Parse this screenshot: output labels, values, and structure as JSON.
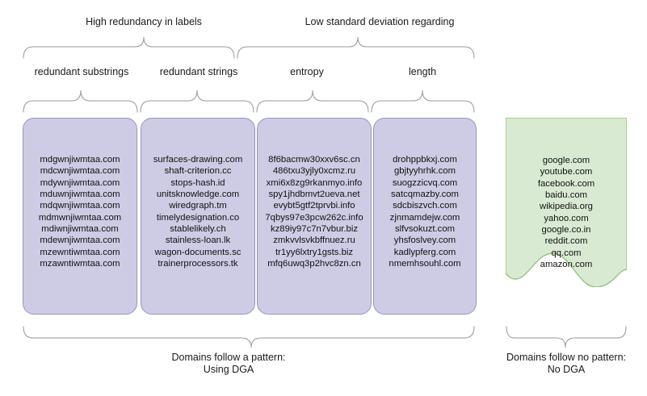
{
  "diagram": {
    "top_groups": [
      {
        "label": "High redundancy in labels"
      },
      {
        "label": "Low standard deviation regarding"
      }
    ],
    "features": [
      {
        "label": "redundant substrings"
      },
      {
        "label": "redundant strings"
      },
      {
        "label": "entropy"
      },
      {
        "label": "length"
      }
    ],
    "dga_columns": [
      {
        "feature": "redundant substrings",
        "domains": [
          "mdgwnjiwmtaa.com",
          "mdcwnjiwmtaa.com",
          "mdywnjiwmtaa.com",
          "mduwnjiwmtaa.com",
          "mdqwnjiwmtaa.com",
          "mdmwnjiwmtaa.com",
          "mdiwnjiwmtaa.com",
          "mdewnjiwmtaa.com",
          "mzewntiwmtaa.com",
          "mzawntiwmtaa.com"
        ]
      },
      {
        "feature": "redundant strings",
        "domains": [
          "surfaces-drawing.com",
          "shaft-criterion.cc",
          "stops-hash.id",
          "unitsknowledge.com",
          "wiredgraph.tm",
          "timelydesignation.co",
          "stablelikely.ch",
          "stainless-loan.lk",
          "wagon-documents.sc",
          "trainerprocessors.tk"
        ]
      },
      {
        "feature": "entropy",
        "domains": [
          "8f6bacmw30xxv6sc.cn",
          "486txu3yjly0xcmz.ru",
          "xmi6x8zg9rkanmyo.info",
          "spy1jhdbmvt2ueva.net",
          "evybt5gtf2tprvbi.info",
          "7qbys97e3pcw262c.info",
          "kz89iy97c7n7vbur.biz",
          "zmkvvlsvkbffnuez.ru",
          "tr1yy6lxtry1gsts.biz",
          "mfq6uwq3p2hvc8zn.cn"
        ]
      },
      {
        "feature": "length",
        "domains": [
          "drohppbkxj.com",
          "gbjtyyhrhk.com",
          "suogzzicvq.com",
          "satcqmazby.com",
          "sdcbiszvch.com",
          "zjnmamdejw.com",
          "slfvsokuzt.com",
          "yhsfoslvey.com",
          "kadlypferg.com",
          "nmemhsouhl.com"
        ]
      }
    ],
    "nodga_column": {
      "domains": [
        "google.com",
        "youtube.com",
        "facebook.com",
        "baidu.com",
        "wikipedia.org",
        "yahoo.com",
        "google.co.in",
        "reddit.com",
        "qq.com",
        "amazon.com"
      ]
    },
    "bottom_captions": {
      "dga": "Domains follow a pattern:\nUsing DGA",
      "dga_line1": "Domains follow a pattern:",
      "dga_line2": "Using DGA",
      "nodga_line1": "Domains follow no pattern:",
      "nodga_line2": "No DGA"
    },
    "colors": {
      "dga_fill": "#cdcce4",
      "dga_border": "#9594c1",
      "nodga_fill": "#d9ead3",
      "nodga_border": "#93c47d",
      "brace_stroke": "#9a9a9a",
      "text": "#1a1a1a"
    }
  }
}
